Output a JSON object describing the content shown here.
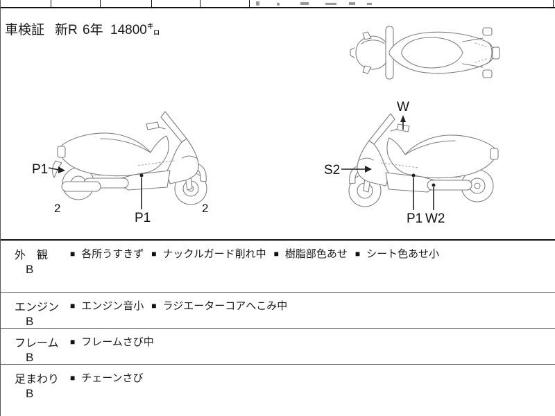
{
  "header": {
    "doc_label": "車検証",
    "era": "新R",
    "year": "6年",
    "mileage": "14800㌔"
  },
  "marks": {
    "bullet": "■"
  },
  "diagrams": {
    "left_view": {
      "p1_rear": "P1",
      "two_left": "2",
      "p1_floor": "P1",
      "two_right": "2"
    },
    "right_view": {
      "w": "W",
      "s2": "S2",
      "p1": "P1",
      "w2": "W2"
    }
  },
  "sections": [
    {
      "name": "外　観",
      "grade": "B",
      "items": [
        "各所うすきず",
        "ナックルガード削れ中",
        "樹脂部色あせ",
        "シート色あせ小"
      ]
    },
    {
      "name": "エンジン",
      "grade": "B",
      "items": [
        "エンジン音小",
        "ラジエーターコアへこみ中"
      ]
    },
    {
      "name": "フレーム",
      "grade": "B",
      "items": [
        "フレームさび中"
      ]
    },
    {
      "name": "足まわり",
      "grade": "B",
      "items": [
        "チェーンさび"
      ]
    }
  ]
}
